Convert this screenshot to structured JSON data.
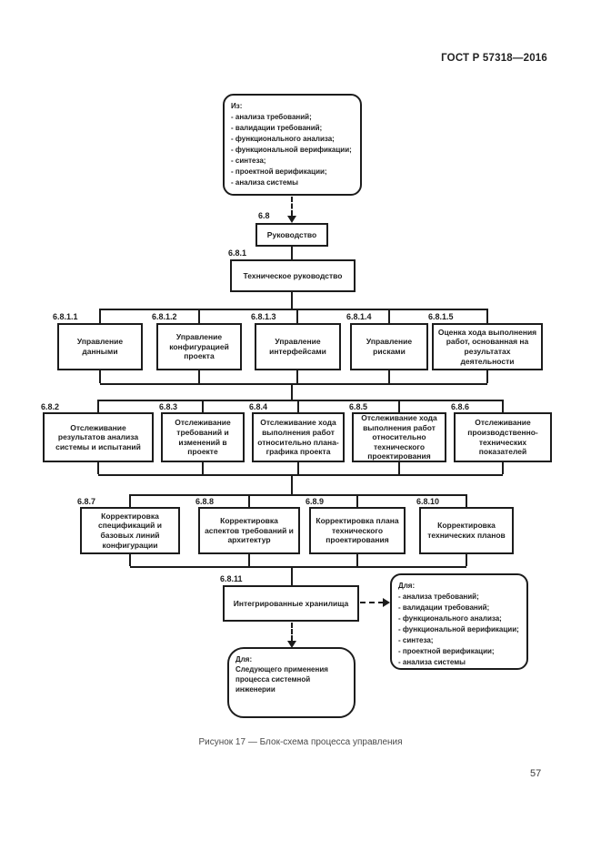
{
  "page": {
    "header": "ГОСТ Р 57318—2016",
    "number": "57",
    "caption": "Рисунок 17 — Блок-схема процесса управления"
  },
  "diagram": {
    "source_box": {
      "title": "Из:",
      "items": [
        "- анализа требований;",
        "- валидации требований;",
        "- функционального анализа;",
        "- функциональной верификации;",
        "- синтеза;",
        "- проектной верификации;",
        "- анализа системы"
      ]
    },
    "control": {
      "id": "6.8",
      "label": "Руководство"
    },
    "technical": {
      "id": "6.8.1",
      "label": "Техническое руководство"
    },
    "row1": [
      {
        "id": "6.8.1.1",
        "label": "Управление данными"
      },
      {
        "id": "6.8.1.2",
        "label": "Управление конфигурацией проекта"
      },
      {
        "id": "6.8.1.3",
        "label": "Управление интерфейсами"
      },
      {
        "id": "6.8.1.4",
        "label": "Управление рисками"
      },
      {
        "id": "6.8.1.5",
        "label": "Оценка хода выполнения работ, основанная на результатах деятельности"
      }
    ],
    "row2": [
      {
        "id": "6.8.2",
        "label": "Отслеживание результатов анализа системы и испытаний"
      },
      {
        "id": "6.8.3",
        "label": "Отслеживание требований и изменений в проекте"
      },
      {
        "id": "6.8.4",
        "label": "Отслеживание хода выполнения работ относительно плана-графика проекта"
      },
      {
        "id": "6.8.5",
        "label": "Отслеживание хода выполнения работ относительно технического проектирования"
      },
      {
        "id": "6.8.6",
        "label": "Отслеживание производственно-технических показателей"
      }
    ],
    "row3": [
      {
        "id": "6.8.7",
        "label": "Корректировка спецификаций и базовых линий конфигурации"
      },
      {
        "id": "6.8.8",
        "label": "Корректировка аспектов требований и архитектур"
      },
      {
        "id": "6.8.9",
        "label": "Корректировка плана технического проектирования"
      },
      {
        "id": "6.8.10",
        "label": "Корректировка технических планов"
      }
    ],
    "repository": {
      "id": "6.8.11",
      "label": "Интегрированные хранилища"
    },
    "target_box": {
      "title": "Для:",
      "items": [
        "- анализа требований;",
        "- валидации требований;",
        "- функционального анализа;",
        "- функциональной верификации;",
        "- синтеза;",
        "- проектной верификации;",
        "- анализа системы"
      ]
    },
    "next_box": {
      "title": "Для:",
      "body": "Следующего применения процесса системной инженерии"
    }
  },
  "colors": {
    "line": "#1c1c1c",
    "background": "#ffffff",
    "text": "#1c1c1c"
  }
}
